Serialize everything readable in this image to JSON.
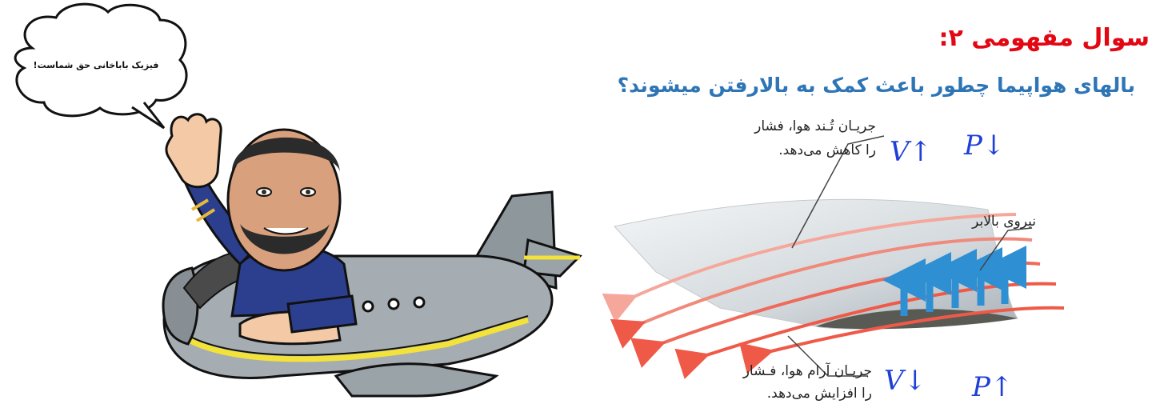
{
  "heading": {
    "title": "سوال مفهومی ۲:",
    "question": "بالهای هواپیما چطور باعث کمک به بالارفتن میشوند؟"
  },
  "speech_bubble": {
    "text": "فیزیک باباخانی حق شماست!"
  },
  "diagram_labels": {
    "top_line1": "جریـان تُـند هوا، فشار",
    "top_line2": "را کاهش می‌دهد.",
    "lift": "نیروی بالابر",
    "bottom_line1": "جریـان آرام هوا، فـشار",
    "bottom_line2": "را افزایش می‌دهد."
  },
  "handwriting": {
    "top_v": "V↑",
    "top_p": "P↓",
    "bottom_v": "V↓",
    "bottom_p": "P↑"
  },
  "colors": {
    "title": "#e30613",
    "question": "#2e75b6",
    "handwriting": "#1f3fd6",
    "lift_arrows": "#2e8fd3",
    "airflow": "#ef6a5a"
  }
}
